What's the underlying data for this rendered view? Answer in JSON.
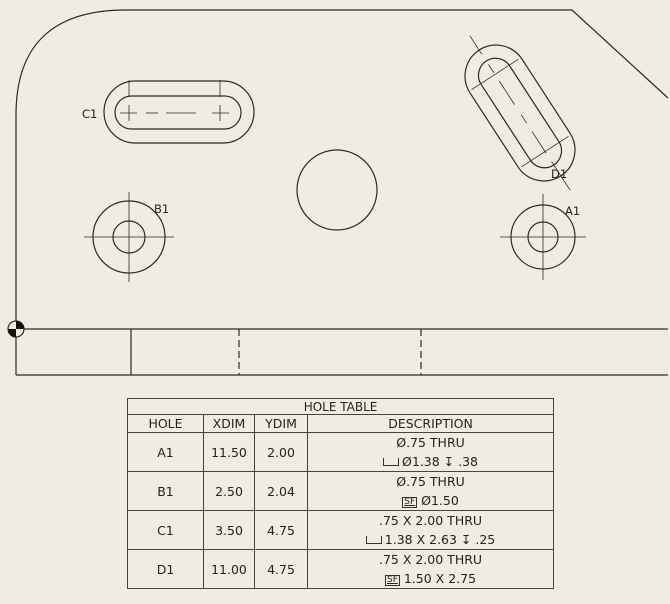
{
  "callouts": {
    "a1": "A1",
    "b1": "B1",
    "c1": "C1",
    "d1": "D1"
  },
  "hole_table": {
    "title": "HOLE TABLE",
    "headers": [
      "HOLE",
      "XDIM",
      "YDIM",
      "DESCRIPTION"
    ],
    "rows": [
      {
        "hole": "A1",
        "xdim": "11.50",
        "ydim": "2.00",
        "desc_line1": "Ø.75 THRU",
        "desc_line2_sym": "counterbore",
        "desc_line2": "Ø1.38 ↧ .38"
      },
      {
        "hole": "B1",
        "xdim": "2.50",
        "ydim": "2.04",
        "desc_line1": "Ø.75 THRU",
        "desc_line2_sym": "SF",
        "desc_line2": "Ø1.50"
      },
      {
        "hole": "C1",
        "xdim": "3.50",
        "ydim": "4.75",
        "desc_line1": ".75 X 2.00 THRU",
        "desc_line2_sym": "counterbore",
        "desc_line2": "1.38 X 2.63 ↧ .25"
      },
      {
        "hole": "D1",
        "xdim": "11.00",
        "ydim": "4.75",
        "desc_line1": ".75 X 2.00 THRU",
        "desc_line2_sym": "SF",
        "desc_line2": "1.50 X 2.75"
      }
    ]
  },
  "colors": {
    "background": "#efede1",
    "line": "#2a2a2a"
  }
}
